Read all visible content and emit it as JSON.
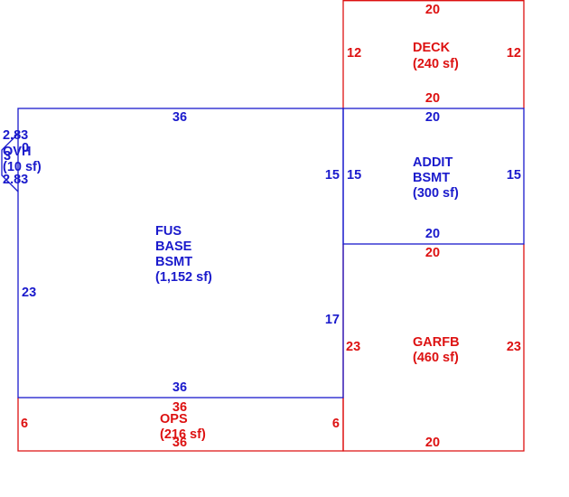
{
  "colors": {
    "blue": "#1a1acc",
    "red": "#dd1111"
  },
  "areas": {
    "fus": {
      "line1": "FUS",
      "line2": "BASE",
      "line3": "BSMT",
      "area": "(1,152 sf)",
      "dims": {
        "top": "36",
        "bottom": "36",
        "left": "23",
        "right_upper": "15",
        "right_lower": "17"
      }
    },
    "addit": {
      "line1": "ADDIT",
      "line2": "BSMT",
      "area": "(300 sf)",
      "dims": {
        "top": "20",
        "bottom": "20",
        "left": "15",
        "right": "15"
      }
    },
    "deck": {
      "line1": "DECK",
      "area": "(240 sf)",
      "dims": {
        "top": "20",
        "bottom": "20",
        "left": "12",
        "right": "12"
      }
    },
    "garfb": {
      "line1": "GARFB",
      "area": "(460 sf)",
      "dims": {
        "top": "20",
        "bottom": "20",
        "left": "23",
        "right": "23"
      }
    },
    "ops": {
      "line1": "OPS",
      "area": "(216 sf)",
      "dims": {
        "top": "36",
        "bottom": "36",
        "left": "6",
        "right": "6"
      }
    },
    "ovh": {
      "line1": "OVH",
      "area": "(10 sf)",
      "dims": {
        "top": "2.83",
        "bottom": "2.83",
        "mid_a": "3",
        "mid_b": "0"
      }
    }
  }
}
